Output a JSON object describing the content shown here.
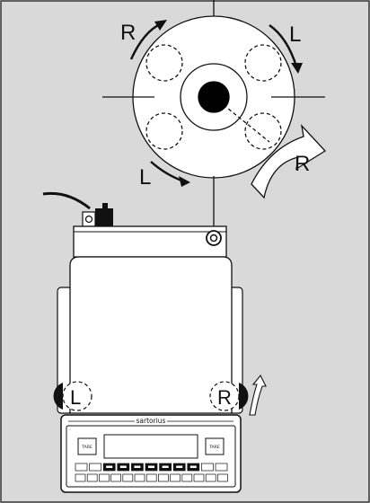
{
  "colors": {
    "background": "#d9d9d9",
    "frame": "#333333",
    "line": "#111111",
    "panel": "#ffffff",
    "knob": "#000000"
  },
  "disc": {
    "rotate_left_top_label": "R",
    "rotate_right_top_label": "L",
    "rotate_left_bottom_label": "L"
  },
  "outline_arrow": {
    "label": "R"
  },
  "feet": {
    "left_label": "L",
    "right_label": "R"
  },
  "scale": {
    "brand": "sartorius",
    "tare_left_label": "TARE",
    "tare_right_label": "TARE"
  },
  "icons": {
    "cable": "power-cable-icon",
    "plug": "plug-icon",
    "rotation": "rotate-arrow-icon"
  }
}
